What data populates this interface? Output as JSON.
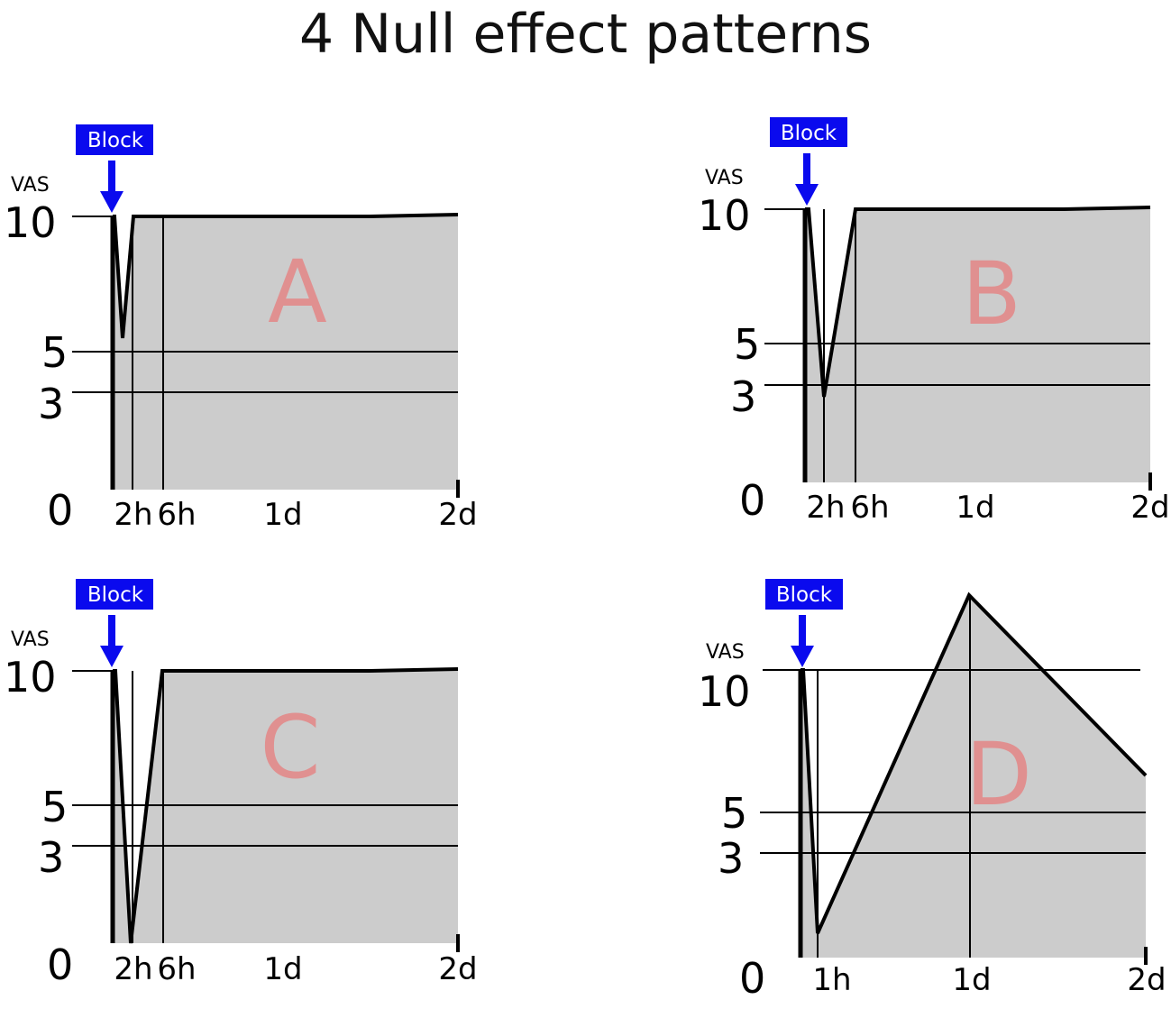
{
  "title": "4 Null effect patterns",
  "colors": {
    "block_badge": "#0a0aee",
    "arrow": "#0a0aee",
    "letter": "#e09090",
    "fill": "#cccccc",
    "line": "#000000"
  },
  "panels": [
    {
      "id": "A",
      "letter": "A",
      "block_label": "Block",
      "y_label": "VAS",
      "y_ticks": [
        "10",
        "5",
        "3",
        "0"
      ],
      "x_ticks": [
        "2h",
        "6h",
        "1d",
        "2d"
      ],
      "curve_vas": [
        10,
        10,
        5.5,
        10,
        10,
        10,
        10,
        10
      ]
    },
    {
      "id": "B",
      "letter": "B",
      "block_label": "Block",
      "y_label": "VAS",
      "y_ticks": [
        "10",
        "5",
        "3",
        "0"
      ],
      "x_ticks": [
        "2h",
        "6h",
        "1d",
        "2d"
      ],
      "curve_vas": [
        10,
        10,
        3,
        10,
        10,
        10,
        10
      ]
    },
    {
      "id": "C",
      "letter": "C",
      "block_label": "Block",
      "y_label": "VAS",
      "y_ticks": [
        "10",
        "5",
        "3",
        "0"
      ],
      "x_ticks": [
        "2h",
        "6h",
        "1d",
        "2d"
      ],
      "curve_vas": [
        10,
        10,
        0,
        10,
        10,
        10,
        10
      ]
    },
    {
      "id": "D",
      "letter": "D",
      "block_label": "Block",
      "y_label": "VAS",
      "y_ticks": [
        "10",
        "5",
        "3",
        "0"
      ],
      "x_ticks": [
        "1h",
        "1d",
        "2d"
      ],
      "curve_vas": [
        10,
        10,
        1,
        12.8,
        6.5
      ]
    }
  ]
}
